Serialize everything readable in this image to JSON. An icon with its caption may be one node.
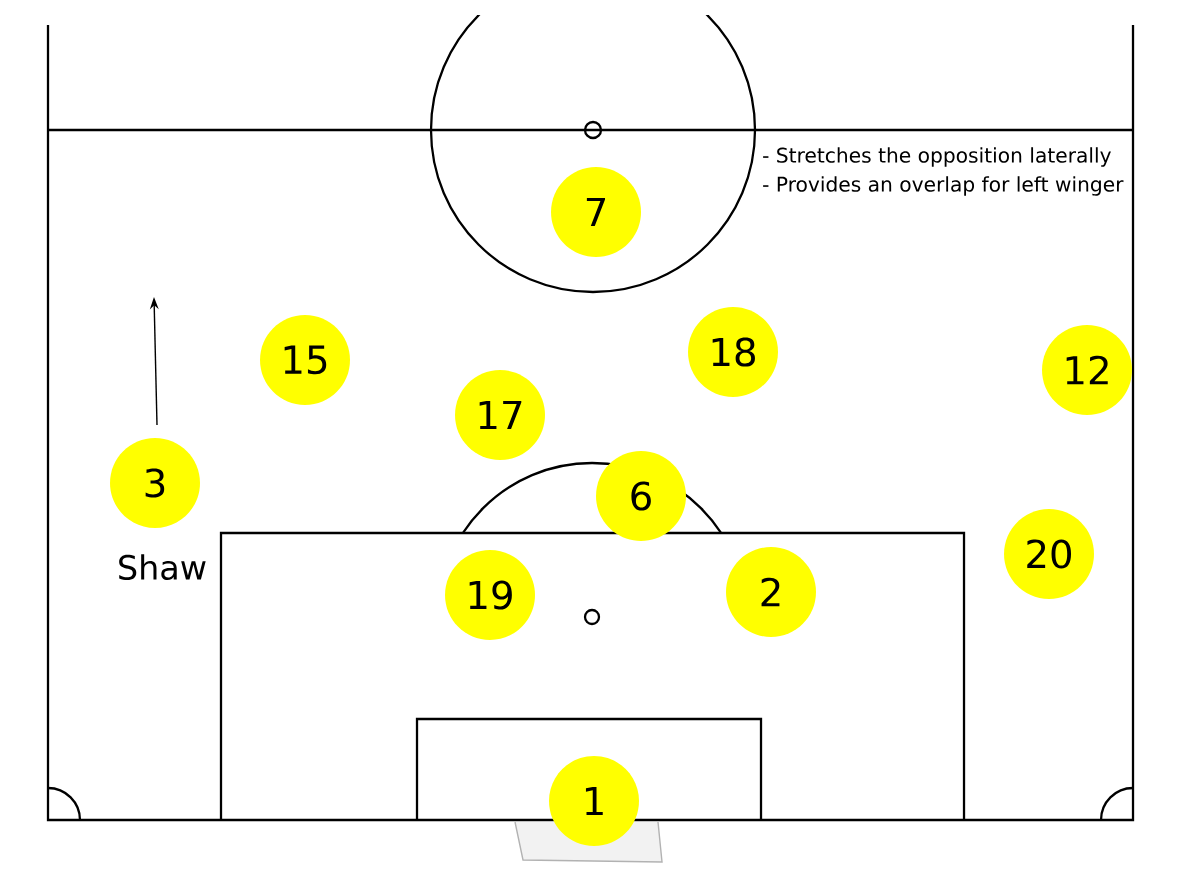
{
  "diagram": {
    "nodes": [
      {
        "text": [
          "7"
        ]
      },
      {
        "text": [
          "18"
        ]
      },
      {
        "text": [
          "15"
        ]
      },
      {
        "text": [
          "12"
        ]
      },
      {
        "text": [
          "17"
        ]
      },
      {
        "text": [
          "3"
        ],
        "beside": [
          "Shaw"
        ]
      },
      {
        "text": [
          "6"
        ]
      },
      {
        "text": [
          "20"
        ]
      },
      {
        "text": [
          "2"
        ]
      },
      {
        "text": [
          "19"
        ]
      },
      {
        "text": [
          "1"
        ]
      }
    ],
    "labels": [
      "- Stretches the opposition laterally",
      "- Provides an overlap for left winger"
    ]
  }
}
